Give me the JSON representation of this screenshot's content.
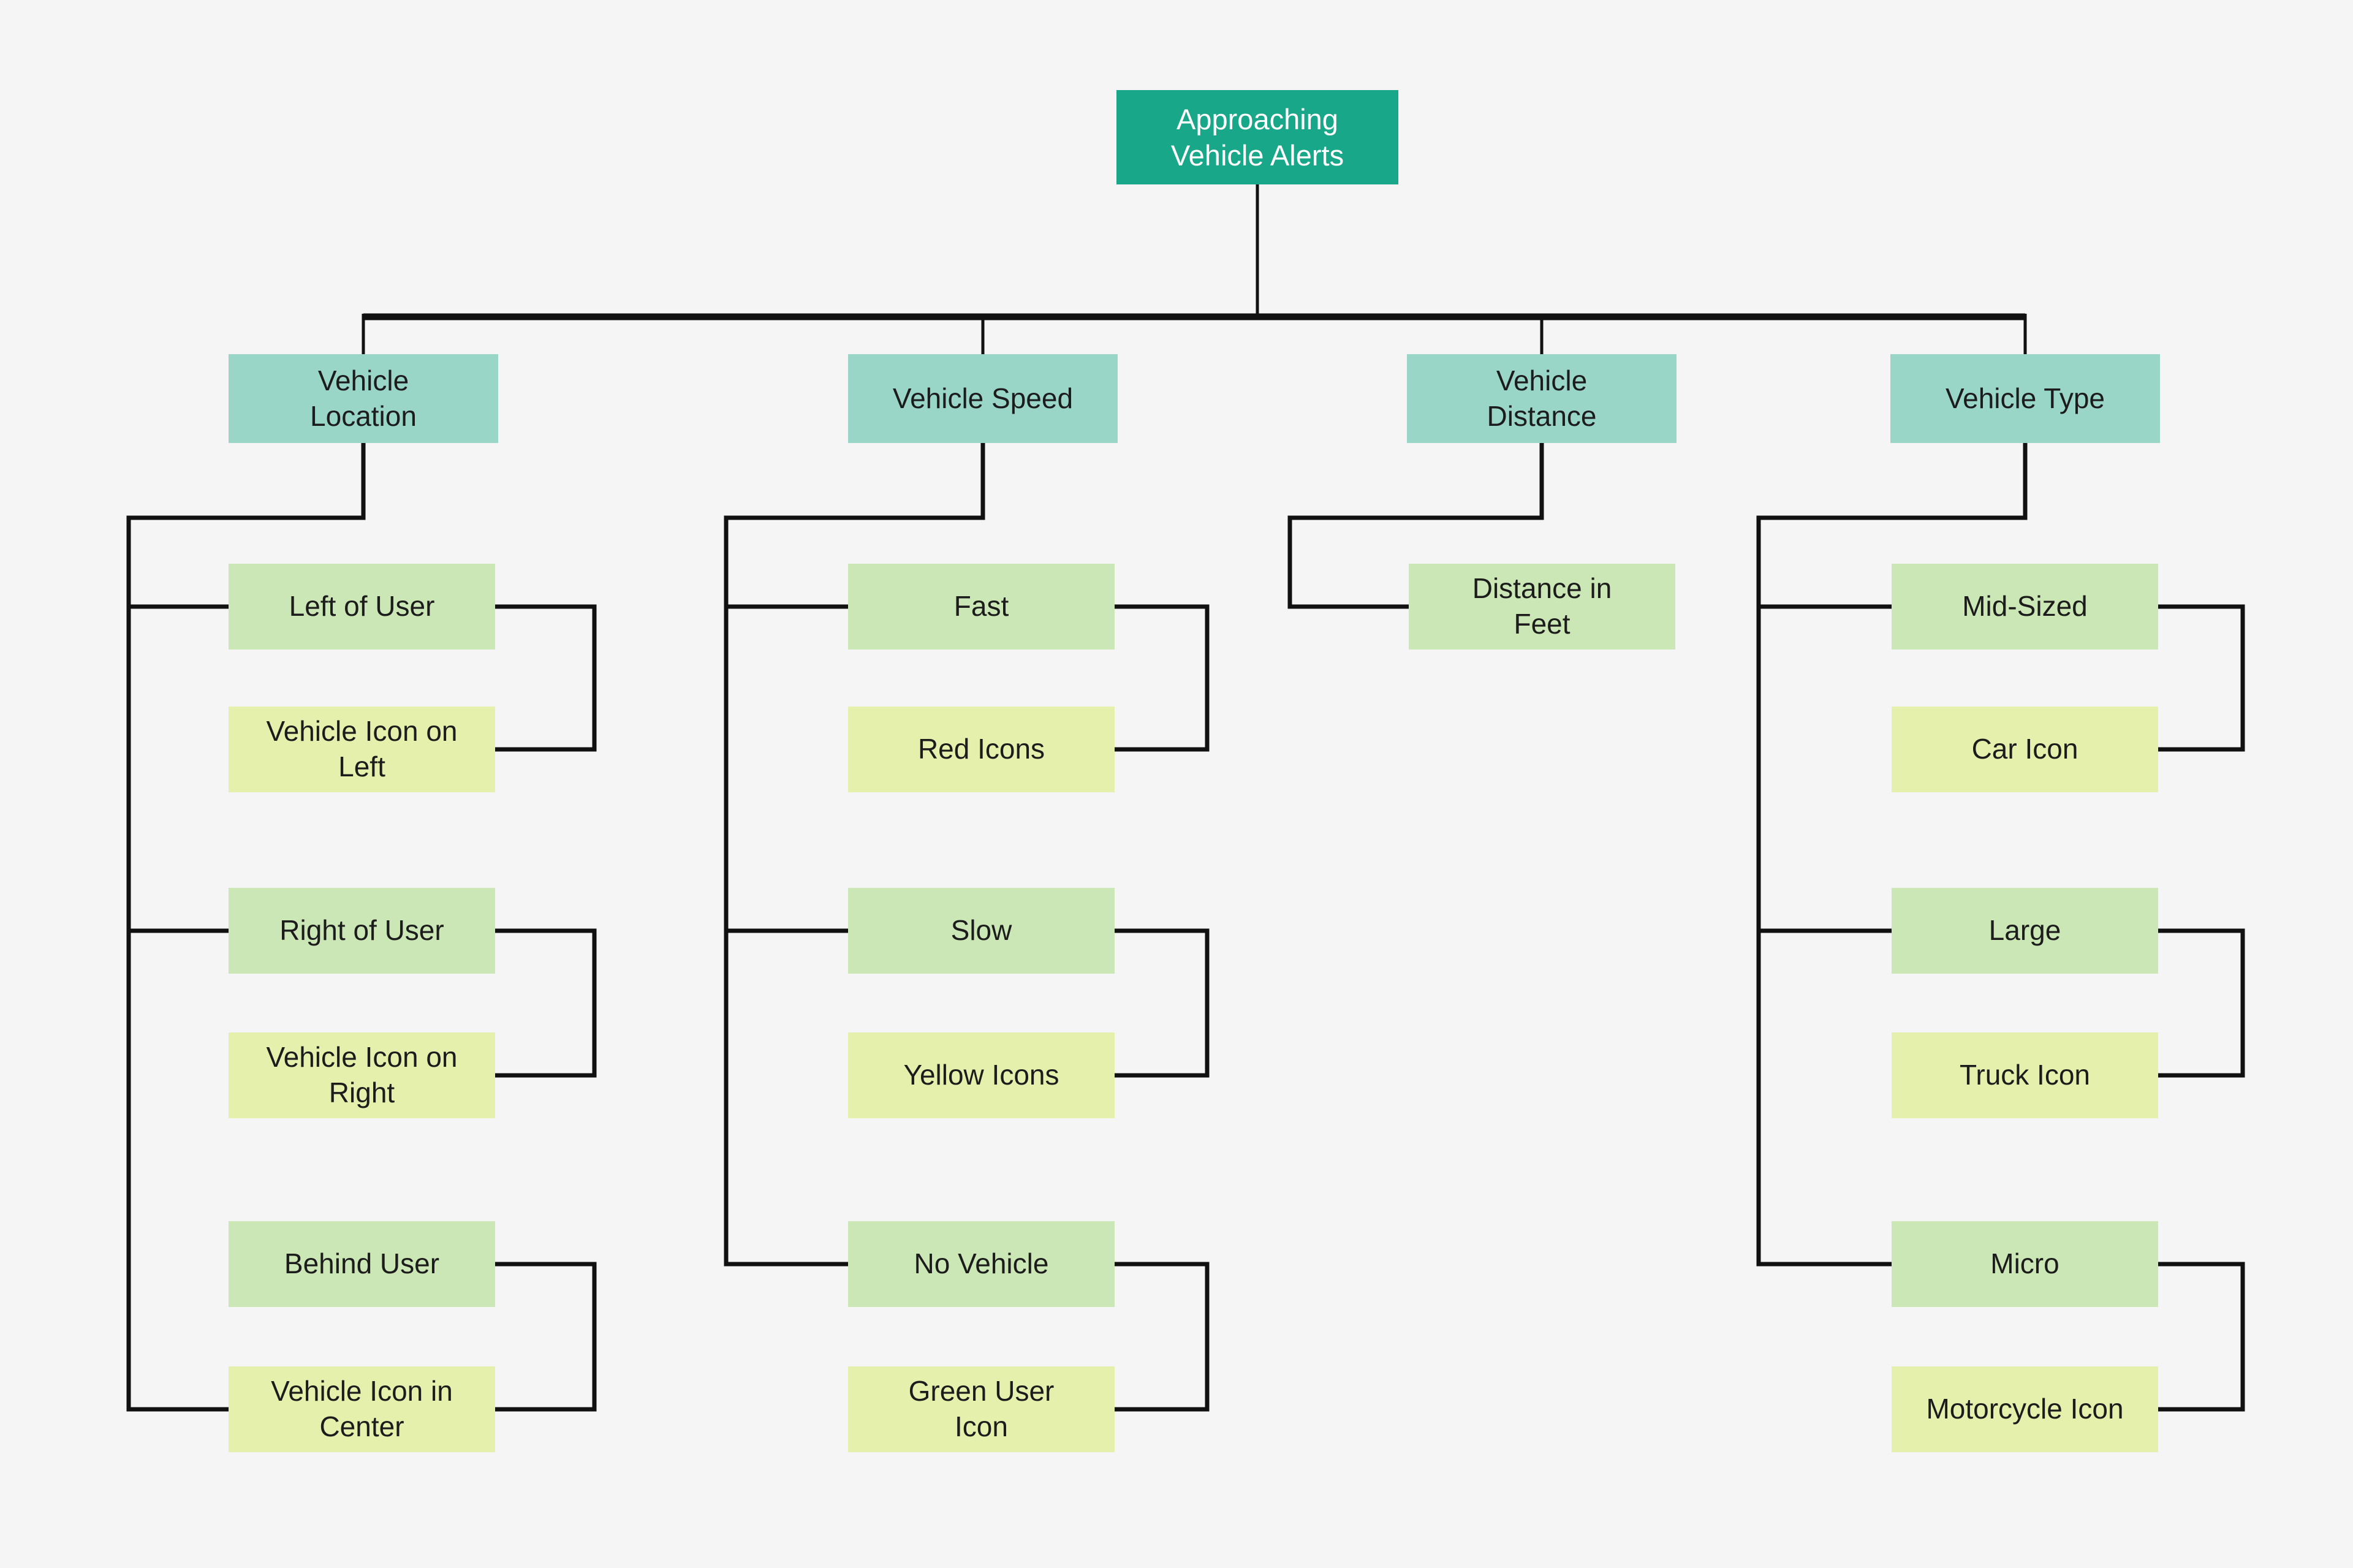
{
  "colors": {
    "background": "#f5f5f6",
    "root_fill": "#19a78a",
    "root_text": "#ffffff",
    "header_fill": "#99d6c8",
    "item_fill": "#cbe7b5",
    "subitem_fill": "#e5f0ac",
    "line": "#111111",
    "text": "#1c1c1c"
  },
  "root": {
    "label": "Approaching Vehicle Alerts",
    "lines": [
      "Approaching",
      "Vehicle Alerts"
    ]
  },
  "columns": [
    {
      "header": {
        "label": "Vehicle Location",
        "lines": [
          "Vehicle",
          "Location"
        ]
      },
      "pairs": [
        {
          "item": {
            "label": "Left of User",
            "lines": [
              "Left of User"
            ]
          },
          "subitem": {
            "label": "Vehicle Icon on Left",
            "lines": [
              "Vehicle Icon on",
              "Left"
            ]
          }
        },
        {
          "item": {
            "label": "Right of User",
            "lines": [
              "Right of User"
            ]
          },
          "subitem": {
            "label": "Vehicle Icon on Right",
            "lines": [
              "Vehicle Icon on",
              "Right"
            ]
          }
        },
        {
          "item": {
            "label": "Behind User",
            "lines": [
              "Behind User"
            ]
          },
          "subitem": {
            "label": "Vehicle Icon in Center",
            "lines": [
              "Vehicle Icon in",
              "Center"
            ]
          }
        }
      ]
    },
    {
      "header": {
        "label": "Vehicle Speed",
        "lines": [
          "Vehicle Speed"
        ]
      },
      "pairs": [
        {
          "item": {
            "label": "Fast",
            "lines": [
              "Fast"
            ]
          },
          "subitem": {
            "label": "Red Icons",
            "lines": [
              "Red Icons"
            ]
          }
        },
        {
          "item": {
            "label": "Slow",
            "lines": [
              "Slow"
            ]
          },
          "subitem": {
            "label": "Yellow Icons",
            "lines": [
              "Yellow Icons"
            ]
          }
        },
        {
          "item": {
            "label": "No Vehicle",
            "lines": [
              "No Vehicle"
            ]
          },
          "subitem": {
            "label": "Green User Icon",
            "lines": [
              "Green User",
              "Icon"
            ]
          }
        }
      ]
    },
    {
      "header": {
        "label": "Vehicle Distance",
        "lines": [
          "Vehicle",
          "Distance"
        ]
      },
      "pairs": [
        {
          "item": {
            "label": "Distance in Feet",
            "lines": [
              "Distance in",
              "Feet"
            ]
          }
        }
      ]
    },
    {
      "header": {
        "label": "Vehicle Type",
        "lines": [
          "Vehicle Type"
        ]
      },
      "pairs": [
        {
          "item": {
            "label": "Mid-Sized",
            "lines": [
              "Mid-Sized"
            ]
          },
          "subitem": {
            "label": "Car Icon",
            "lines": [
              "Car Icon"
            ]
          }
        },
        {
          "item": {
            "label": "Large",
            "lines": [
              "Large"
            ]
          },
          "subitem": {
            "label": "Truck Icon",
            "lines": [
              "Truck Icon"
            ]
          }
        },
        {
          "item": {
            "label": "Micro",
            "lines": [
              "Micro"
            ]
          },
          "subitem": {
            "label": "Motorcycle Icon",
            "lines": [
              "Motorcycle Icon"
            ]
          }
        }
      ]
    }
  ]
}
